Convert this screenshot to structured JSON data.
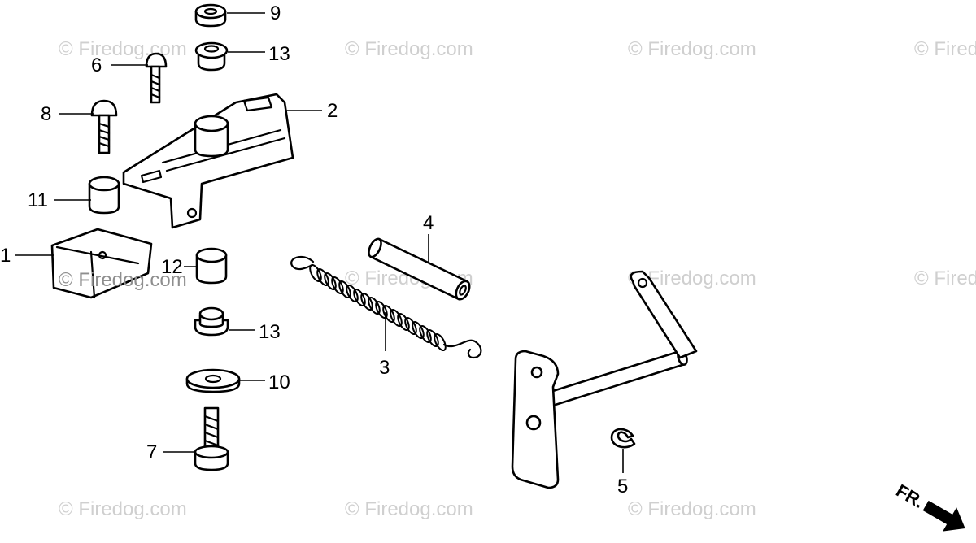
{
  "watermark": "© Firedog.com",
  "direction_label": "FR.",
  "callouts": {
    "c1": "1",
    "c2": "2",
    "c3": "3",
    "c4": "4",
    "c5": "5",
    "c6": "6",
    "c7": "7",
    "c8": "8",
    "c9": "9",
    "c10": "10",
    "c11": "11",
    "c12": "12",
    "c13a": "13",
    "c13b": "13"
  }
}
